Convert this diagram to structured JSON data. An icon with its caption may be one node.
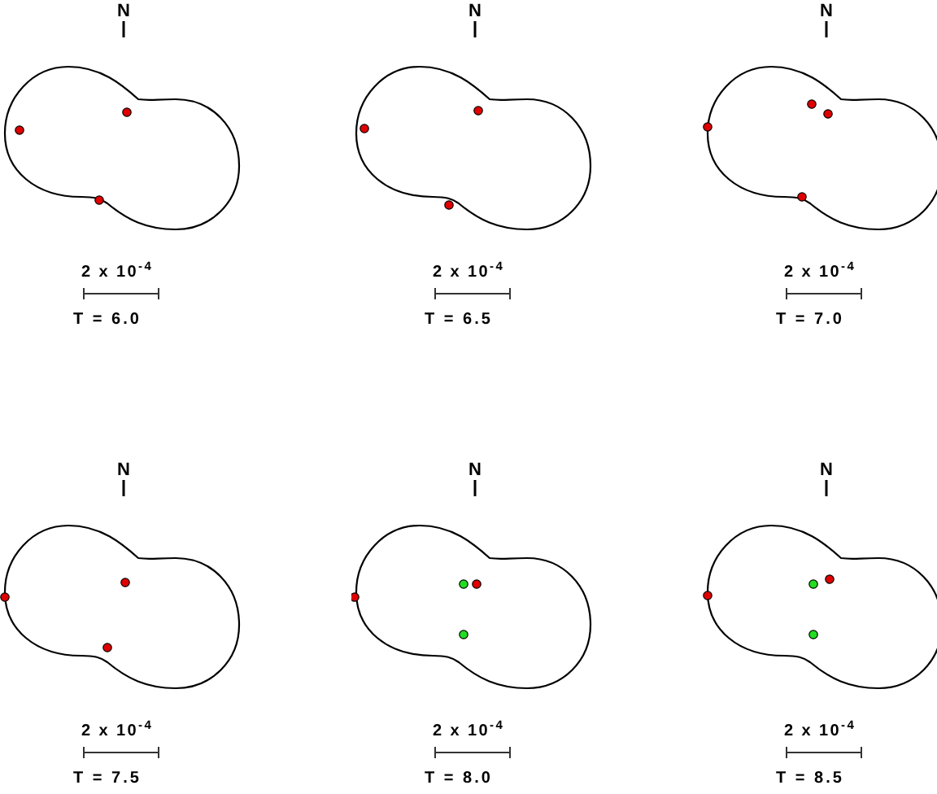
{
  "diagram": {
    "labels": [
      "N",
      "N",
      "N",
      "2 x 10$^{-4}$",
      "2 x 10$^{-4}$",
      "2 x 10$^{-4}$",
      "T = 6.0",
      "T = 6.5",
      "T = 7.0",
      "N",
      "N",
      "N",
      "2 x 10$^{-4}$",
      "2 x 10$^{-4}$",
      "2 x 10$^{-4}$",
      "T = 7.5",
      "T = 8.0",
      "T = 8.5"
    ]
  }
}
